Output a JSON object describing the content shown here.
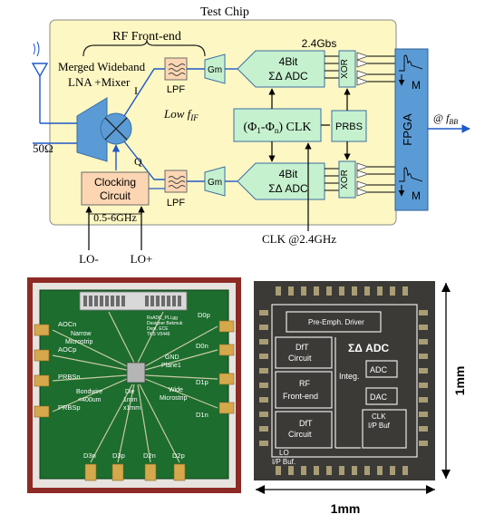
{
  "colors": {
    "chip_fill": "#fdf7c3",
    "block_green": "#c6f1cf",
    "clocking_fill": "#fcd6b3",
    "fpga_fill": "#5b9bd5",
    "wire_blue": "#1f59c8",
    "pcb_green": "#1c6d2e",
    "frame_red": "#8e2a25",
    "die_dark": "#3b3a37",
    "die_outline": "#e9e9e9"
  },
  "icons": {
    "antenna": "antenna-icon",
    "mixer": "mixer-icon",
    "filter": "filter-icon",
    "amplifier": "triangle-amplifier-icon",
    "output_buffer": "triangle-buffer-icon"
  },
  "diagram": {
    "title": "Test Chip",
    "rf_frontend": "RF Front-end",
    "lna_line1": "Merged Wideband",
    "lna_line2": "LNA +Mixer",
    "impedance": "50Ω",
    "branch_i": "I",
    "branch_q": "Q",
    "lpf_top": "LPF",
    "lpf_bottom": "LPF",
    "low_fif_prefix": "Low ",
    "low_fif_var": "f",
    "low_fif_sub": "IF",
    "gm_top": "Gm",
    "gm_bottom": "Gm",
    "adc_bits": "4Bit",
    "adc_type": "ΣΔ ADC",
    "adc_bits_bottom": "4Bit",
    "adc_type_bottom": "ΣΔ ADC",
    "clk_block_open": "(Φ",
    "clk_block_sub1": "1",
    "clk_block_mid": "-Φ",
    "clk_block_sub2": "n",
    "clk_block_close": ") CLK",
    "rate": "2.4Gbs",
    "prbs": "PRBS",
    "xor_top": "XOR",
    "xor_bottom": "XOR",
    "fpga": "FPGA",
    "mux_top": "M",
    "mux_bottom": "M",
    "fbb_prefix": "@ ",
    "fbb_var": "f",
    "fbb_sub": "BB",
    "clocking_line1": "Clocking",
    "clocking_line2": "Circuit",
    "freq_range": "0.5-6GHz",
    "lo_minus": "LO-",
    "lo_plus": "LO+",
    "clk_input": "CLK @2.4GHz"
  },
  "pcb_photo": {
    "ports_left": [
      "AOCn",
      "AOCp",
      "PRBSn",
      "PRBSp"
    ],
    "ports_right": [
      "D0p",
      "D0n",
      "D1p",
      "D1n"
    ],
    "ports_bottom": [
      "D3n",
      "D3p",
      "D2n",
      "D2p"
    ],
    "labels": {
      "narrow": "Narrow",
      "microstrip": "Microstrip",
      "bondwire": "Bondwire",
      "bondwire_len": "<400um",
      "gnd": "GND",
      "plane": "Plane1",
      "die": "Die",
      "die_w": "1mm",
      "die_h": "x1mm",
      "wide": "Wide",
      "wide_ms": "Microstrip"
    },
    "silk_lines": [
      "RxADC_PLLgg",
      "Designer Bekmuk",
      "Dept. ECE",
      "TKS V0446"
    ]
  },
  "die_photo": {
    "blocks": {
      "pre_emph": "Pre-Emph. Driver",
      "sigma_delta": "ΣΔ ADC",
      "dft_top_line1": "DfT",
      "dft_top_line2": "Circuit",
      "rf_line1": "RF",
      "rf_line2": "Front-end",
      "integ": "Integ.",
      "adc": "ADC",
      "dac": "DAC",
      "clk_line1": "CLK",
      "clk_line2": "I/P Buf",
      "dft_bot_line1": "DfT",
      "dft_bot_line2": "Circuit",
      "lo_line1": "LO",
      "lo_line2": "I/P Buf."
    },
    "dim_vertical": "1mm",
    "dim_horizontal": "1mm"
  }
}
